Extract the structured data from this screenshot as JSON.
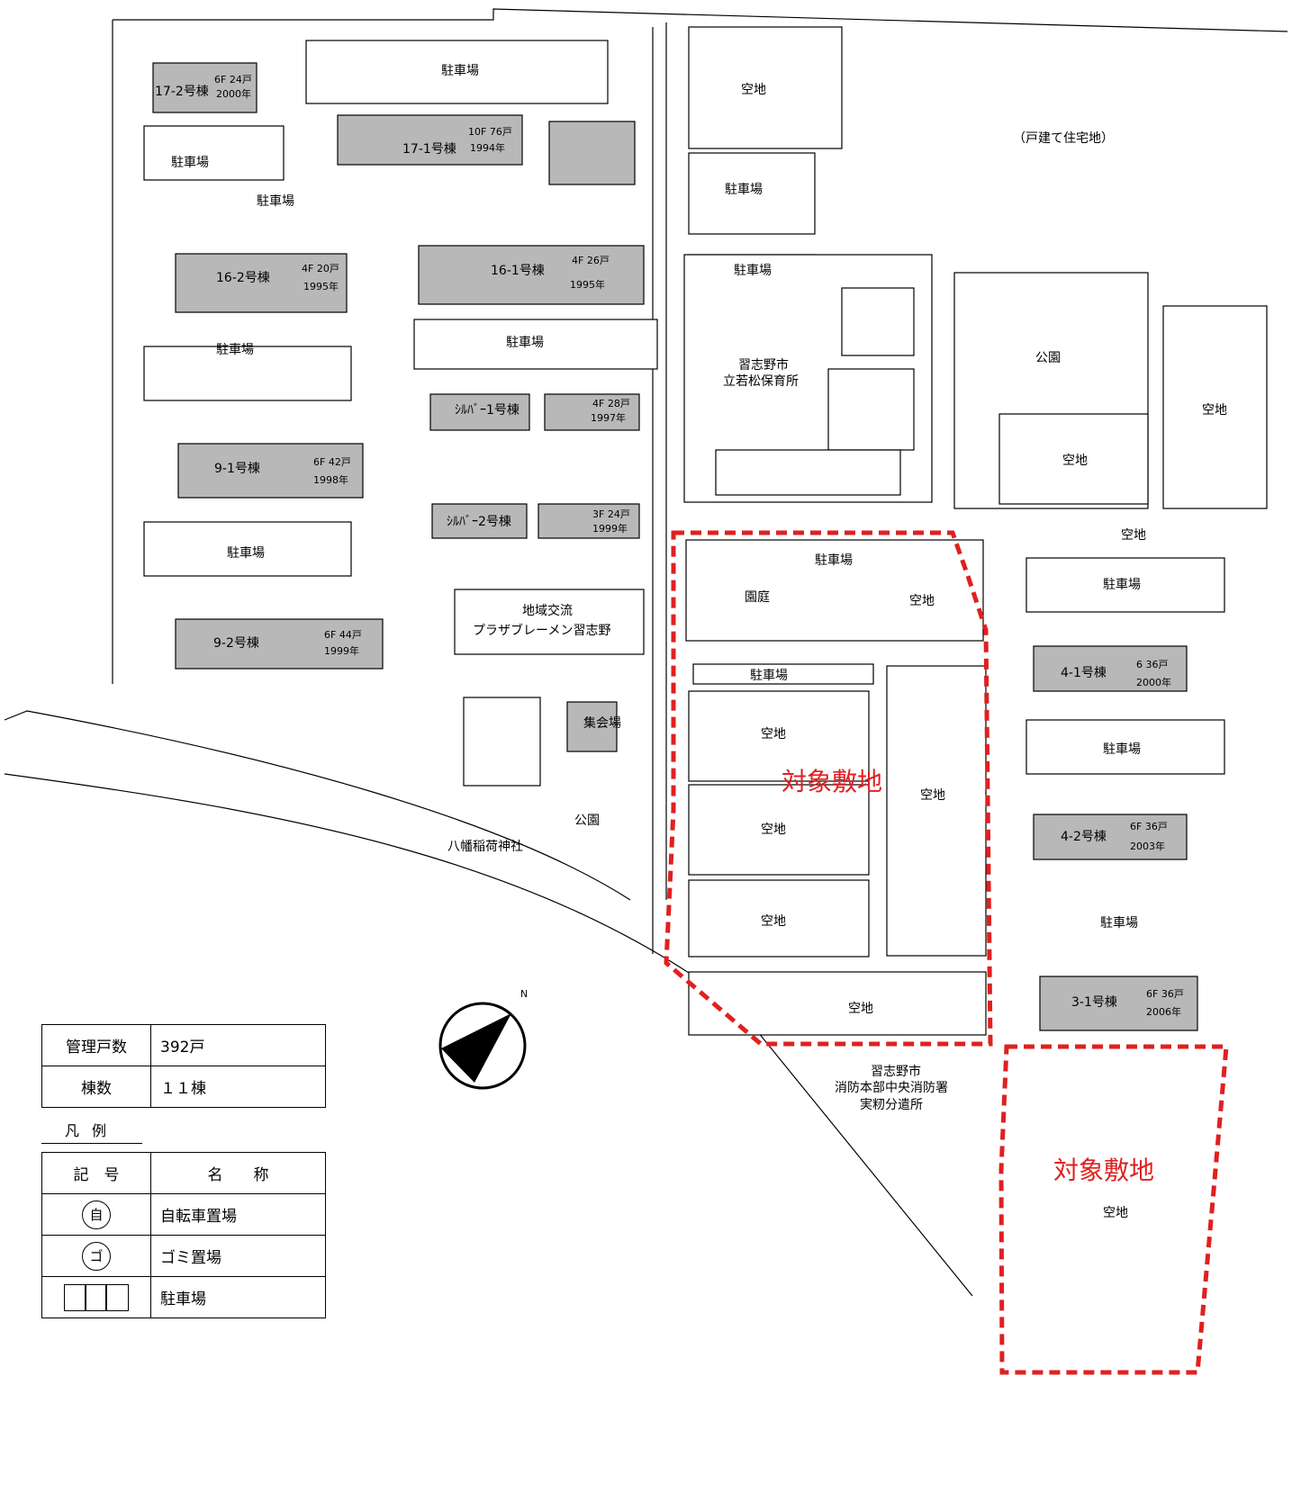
{
  "map": {
    "buildings": [
      {
        "name": "17-2号棟",
        "spec": "6F 24戸",
        "year": "2000年"
      },
      {
        "name": "17-1号棟",
        "spec": "10F 76戸",
        "year": "1994年"
      },
      {
        "name": "16-2号棟",
        "spec": "4F 20戸",
        "year": "1995年"
      },
      {
        "name": "16-1号棟",
        "spec": "4F 26戸",
        "year": "1995年"
      },
      {
        "name": "ｼﾙﾊﾞｰ1号棟",
        "spec": "4F 28戸",
        "year": "1997年"
      },
      {
        "name": "9-1号棟",
        "spec": "6F 42戸",
        "year": "1998年"
      },
      {
        "name": "ｼﾙﾊﾞｰ2号棟",
        "spec": "3F 24戸",
        "year": "1999年"
      },
      {
        "name": "9-2号棟",
        "spec": "6F 44戸",
        "year": "1999年"
      },
      {
        "name": "4-1号棟",
        "spec": "6 36戸",
        "year": "2000年"
      },
      {
        "name": "4-2号棟",
        "spec": "6F 36戸",
        "year": "2003年"
      },
      {
        "name": "3-1号棟",
        "spec": "6F 36戸",
        "year": "2006年"
      }
    ],
    "labels": {
      "parking": "駐車場",
      "vacant": "空地",
      "park": "公園",
      "courtyard": "園庭",
      "houses": "（戸建て住宅地）",
      "nursery_1": "習志野市",
      "nursery_2": "立若松保育所",
      "plaza_1": "地域交流",
      "plaza_2": "プラザブレーメン習志野",
      "meeting": "集会場",
      "shrine": "八幡稲荷神社",
      "fire_1": "習志野市",
      "fire_2": "消防本部中央消防署",
      "fire_3": "実籾分遣所",
      "target": "対象敷地",
      "north": "N"
    },
    "colors": {
      "target": "#e02020",
      "building": "#b8b8b8"
    }
  },
  "summary": {
    "units_label": "管理戸数",
    "units_value": "392戸",
    "buildings_label": "棟数",
    "buildings_value": "１１棟"
  },
  "legend": {
    "title": "凡例",
    "col_symbol": "記　号",
    "col_name": "名　　称",
    "bike_symbol": "自",
    "bike_name": "自転車置場",
    "trash_symbol": "ゴ",
    "trash_name": "ゴミ置場",
    "parking_name": "駐車場"
  }
}
